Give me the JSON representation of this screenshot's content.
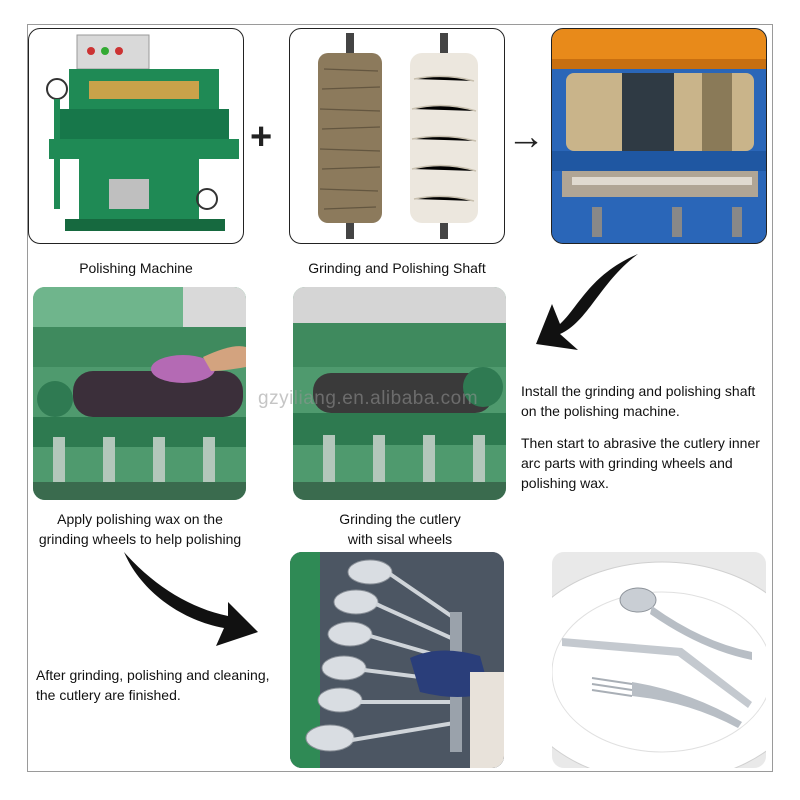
{
  "panels": {
    "machine": {
      "caption": "Polishing Machine"
    },
    "shaft": {
      "caption": "Grinding and Polishing Shaft"
    },
    "wax": {
      "caption_line1": "Apply polishing wax on the",
      "caption_line2": "grinding wheels to help polishing"
    },
    "sisal": {
      "caption_line1": "Grinding the cutlery",
      "caption_line2": "with sisal wheels"
    }
  },
  "symbols": {
    "plus": "+",
    "arrow": "→"
  },
  "instructions": {
    "install": "Install the grinding and polishing shaft on the polishing machine.",
    "abrasive": "Then start to abrasive the cutlery inner arc parts with grinding wheels and polishing wax.",
    "finished": "After grinding, polishing and cleaning, the cutlery are finished."
  },
  "watermark": "gzyiliang.en.alibaba.com",
  "colors": {
    "machine_green": "#1f8a55",
    "frame_orange": "#e88a1a",
    "steel_blue": "#2a66b8"
  }
}
